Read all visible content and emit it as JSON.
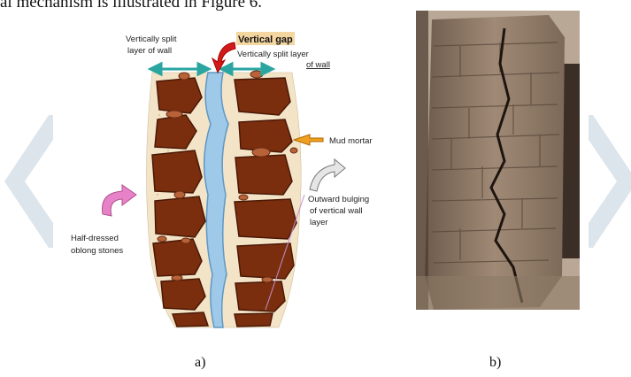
{
  "top_text": "al mechanism is illustrated in Figure 6.",
  "figure_a": {
    "labels": {
      "vertical_gap": "Vertical gap",
      "split_left_1": "Vertically split",
      "split_left_2": "layer of wall",
      "split_right_1": "Vertically split layer",
      "split_right_2": "of wall",
      "mud_mortar": "Mud mortar",
      "bulging_1": "Outward bulging",
      "bulging_2": "of vertical wall",
      "bulging_3": "layer",
      "stones_1": "Half-dressed",
      "stones_2": "oblong stones"
    },
    "caption": "a)"
  },
  "figure_b": {
    "caption": "b)"
  },
  "colors": {
    "stone": "#7a2e0e",
    "gap": "#9ec9e8",
    "mortar": "#f2e3c6",
    "nav": "#d9e2ea"
  }
}
